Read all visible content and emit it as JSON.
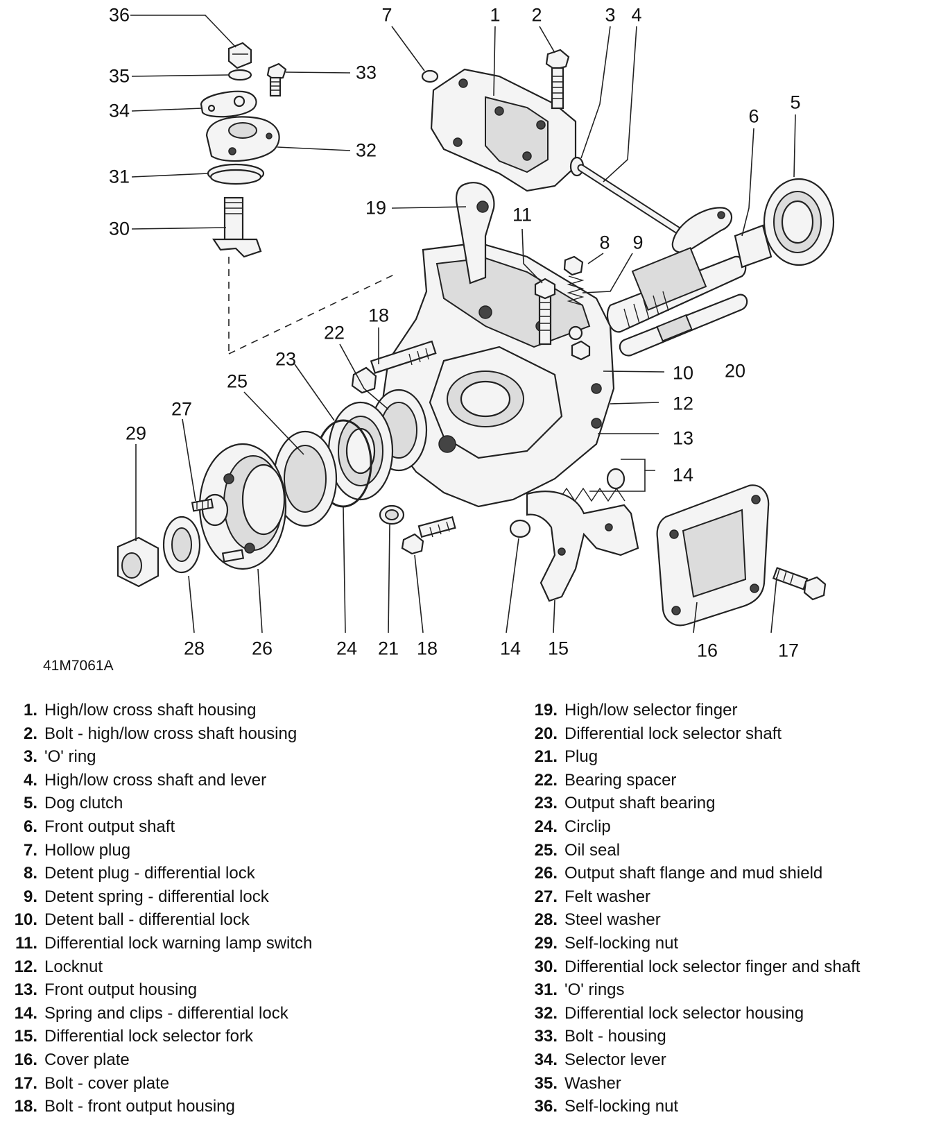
{
  "figure_id": "41M7061A",
  "callouts": [
    {
      "num": "36"
    },
    {
      "num": "35"
    },
    {
      "num": "34"
    },
    {
      "num": "31"
    },
    {
      "num": "30"
    },
    {
      "num": "33"
    },
    {
      "num": "32"
    },
    {
      "num": "7"
    },
    {
      "num": "1"
    },
    {
      "num": "2"
    },
    {
      "num": "3"
    },
    {
      "num": "4"
    },
    {
      "num": "6"
    },
    {
      "num": "5"
    },
    {
      "num": "19"
    },
    {
      "num": "11"
    },
    {
      "num": "8"
    },
    {
      "num": "9"
    },
    {
      "num": "18"
    },
    {
      "num": "22"
    },
    {
      "num": "23"
    },
    {
      "num": "25"
    },
    {
      "num": "27"
    },
    {
      "num": "29"
    },
    {
      "num": "10"
    },
    {
      "num": "20"
    },
    {
      "num": "12"
    },
    {
      "num": "13"
    },
    {
      "num": "14"
    },
    {
      "num": "28"
    },
    {
      "num": "26"
    },
    {
      "num": "24"
    },
    {
      "num": "21"
    },
    {
      "num": "18"
    },
    {
      "num": "14"
    },
    {
      "num": "15"
    },
    {
      "num": "16"
    },
    {
      "num": "17"
    }
  ],
  "legend_left": [
    {
      "num": "1.",
      "text": "High/low cross shaft housing"
    },
    {
      "num": "2.",
      "text": "Bolt - high/low cross shaft housing"
    },
    {
      "num": "3.",
      "text": "'O' ring"
    },
    {
      "num": "4.",
      "text": "High/low cross shaft and lever"
    },
    {
      "num": "5.",
      "text": "Dog clutch"
    },
    {
      "num": "6.",
      "text": "Front output shaft"
    },
    {
      "num": "7.",
      "text": "Hollow plug"
    },
    {
      "num": "8.",
      "text": "Detent plug - differential lock"
    },
    {
      "num": "9.",
      "text": "Detent spring - differential lock"
    },
    {
      "num": "10.",
      "text": "Detent ball - differential lock"
    },
    {
      "num": "11.",
      "text": "Differential lock warning lamp switch"
    },
    {
      "num": "12.",
      "text": "Locknut"
    },
    {
      "num": "13.",
      "text": "Front output housing"
    },
    {
      "num": "14.",
      "text": "Spring and clips - differential lock"
    },
    {
      "num": "15.",
      "text": "Differential lock selector fork"
    },
    {
      "num": "16.",
      "text": "Cover plate"
    },
    {
      "num": "17.",
      "text": "Bolt - cover plate"
    },
    {
      "num": "18.",
      "text": "Bolt - front output housing"
    }
  ],
  "legend_right": [
    {
      "num": "19.",
      "text": "High/low selector finger"
    },
    {
      "num": "20.",
      "text": "Differential lock selector shaft"
    },
    {
      "num": "21.",
      "text": "Plug"
    },
    {
      "num": "22.",
      "text": "Bearing spacer"
    },
    {
      "num": "23.",
      "text": "Output shaft bearing"
    },
    {
      "num": "24.",
      "text": "Circlip"
    },
    {
      "num": "25.",
      "text": "Oil seal"
    },
    {
      "num": "26.",
      "text": "Output shaft flange and mud shield"
    },
    {
      "num": "27.",
      "text": "Felt washer"
    },
    {
      "num": "28.",
      "text": "Steel washer"
    },
    {
      "num": "29.",
      "text": "Self-locking nut"
    },
    {
      "num": "30.",
      "text": "Differential lock selector finger and shaft"
    },
    {
      "num": "31.",
      "text": "'O' rings"
    },
    {
      "num": "32.",
      "text": "Differential lock selector housing"
    },
    {
      "num": "33.",
      "text": "Bolt - housing"
    },
    {
      "num": "34.",
      "text": "Selector lever"
    },
    {
      "num": "35.",
      "text": "Washer"
    },
    {
      "num": "36.",
      "text": "Self-locking nut"
    }
  ]
}
